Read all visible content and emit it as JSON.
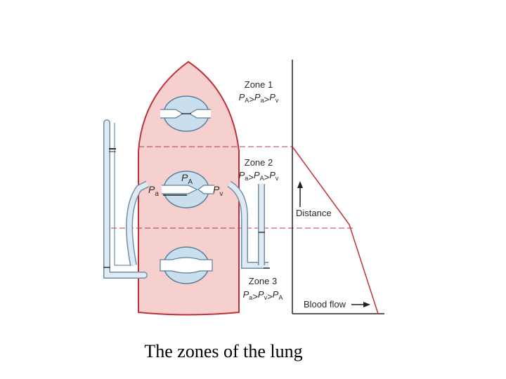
{
  "caption": "The zones of the lung",
  "zones": [
    {
      "title": "Zone 1",
      "order": [
        "A",
        "a",
        "v"
      ]
    },
    {
      "title": "Zone 2",
      "order": [
        "a",
        "A",
        "v"
      ]
    },
    {
      "title": "Zone 3",
      "order": [
        "a",
        "v",
        "A"
      ]
    }
  ],
  "labels": {
    "pressure_letter": "P",
    "alveolar": "A",
    "arterial": "a",
    "venous": "v",
    "greater_than": ">",
    "axis_distance": "Distance",
    "axis_blood_flow": "Blood flow"
  },
  "colors": {
    "lung_fill": "#f6cfcf",
    "lung_stroke": "#c0303a",
    "alveolus_fill": "#c9dfee",
    "alveolus_stroke": "#5a7f9a",
    "tube_fill": "#dfeaf3",
    "zone_divider": "#b03a48",
    "graph_axis": "#222222",
    "flow_line": "#c0303a"
  }
}
